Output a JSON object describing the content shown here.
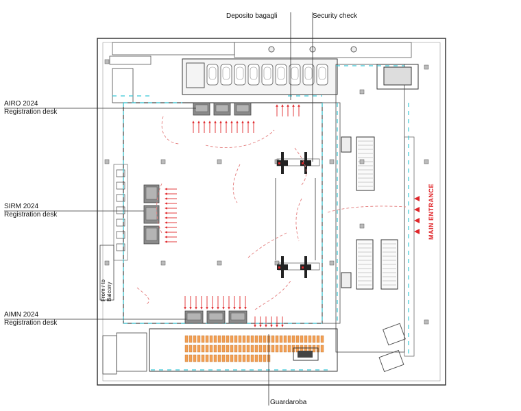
{
  "labels": {
    "deposito": "Deposito bagagli",
    "security": "Security check",
    "airo_line1": "AIRO 2024",
    "airo_line2": "Registration desk",
    "sirm_line1": "SIRM 2024",
    "sirm_line2": "Registration desk",
    "aimn_line1": "AIMN 2024",
    "aimn_line2": "Registration desk",
    "guardaroba": "Guardaroba",
    "main_entrance": "MAIN ENTRANCE",
    "balcony_line1": "From / to",
    "balcony_line2": "Balcony"
  },
  "colors": {
    "walls": "#2b2b2b",
    "glass": "#36c8d6",
    "arrows": "#e0262a",
    "flow": "#e37b7b",
    "desks": "#8a8a8a",
    "wardrobe": "#f2a055"
  }
}
